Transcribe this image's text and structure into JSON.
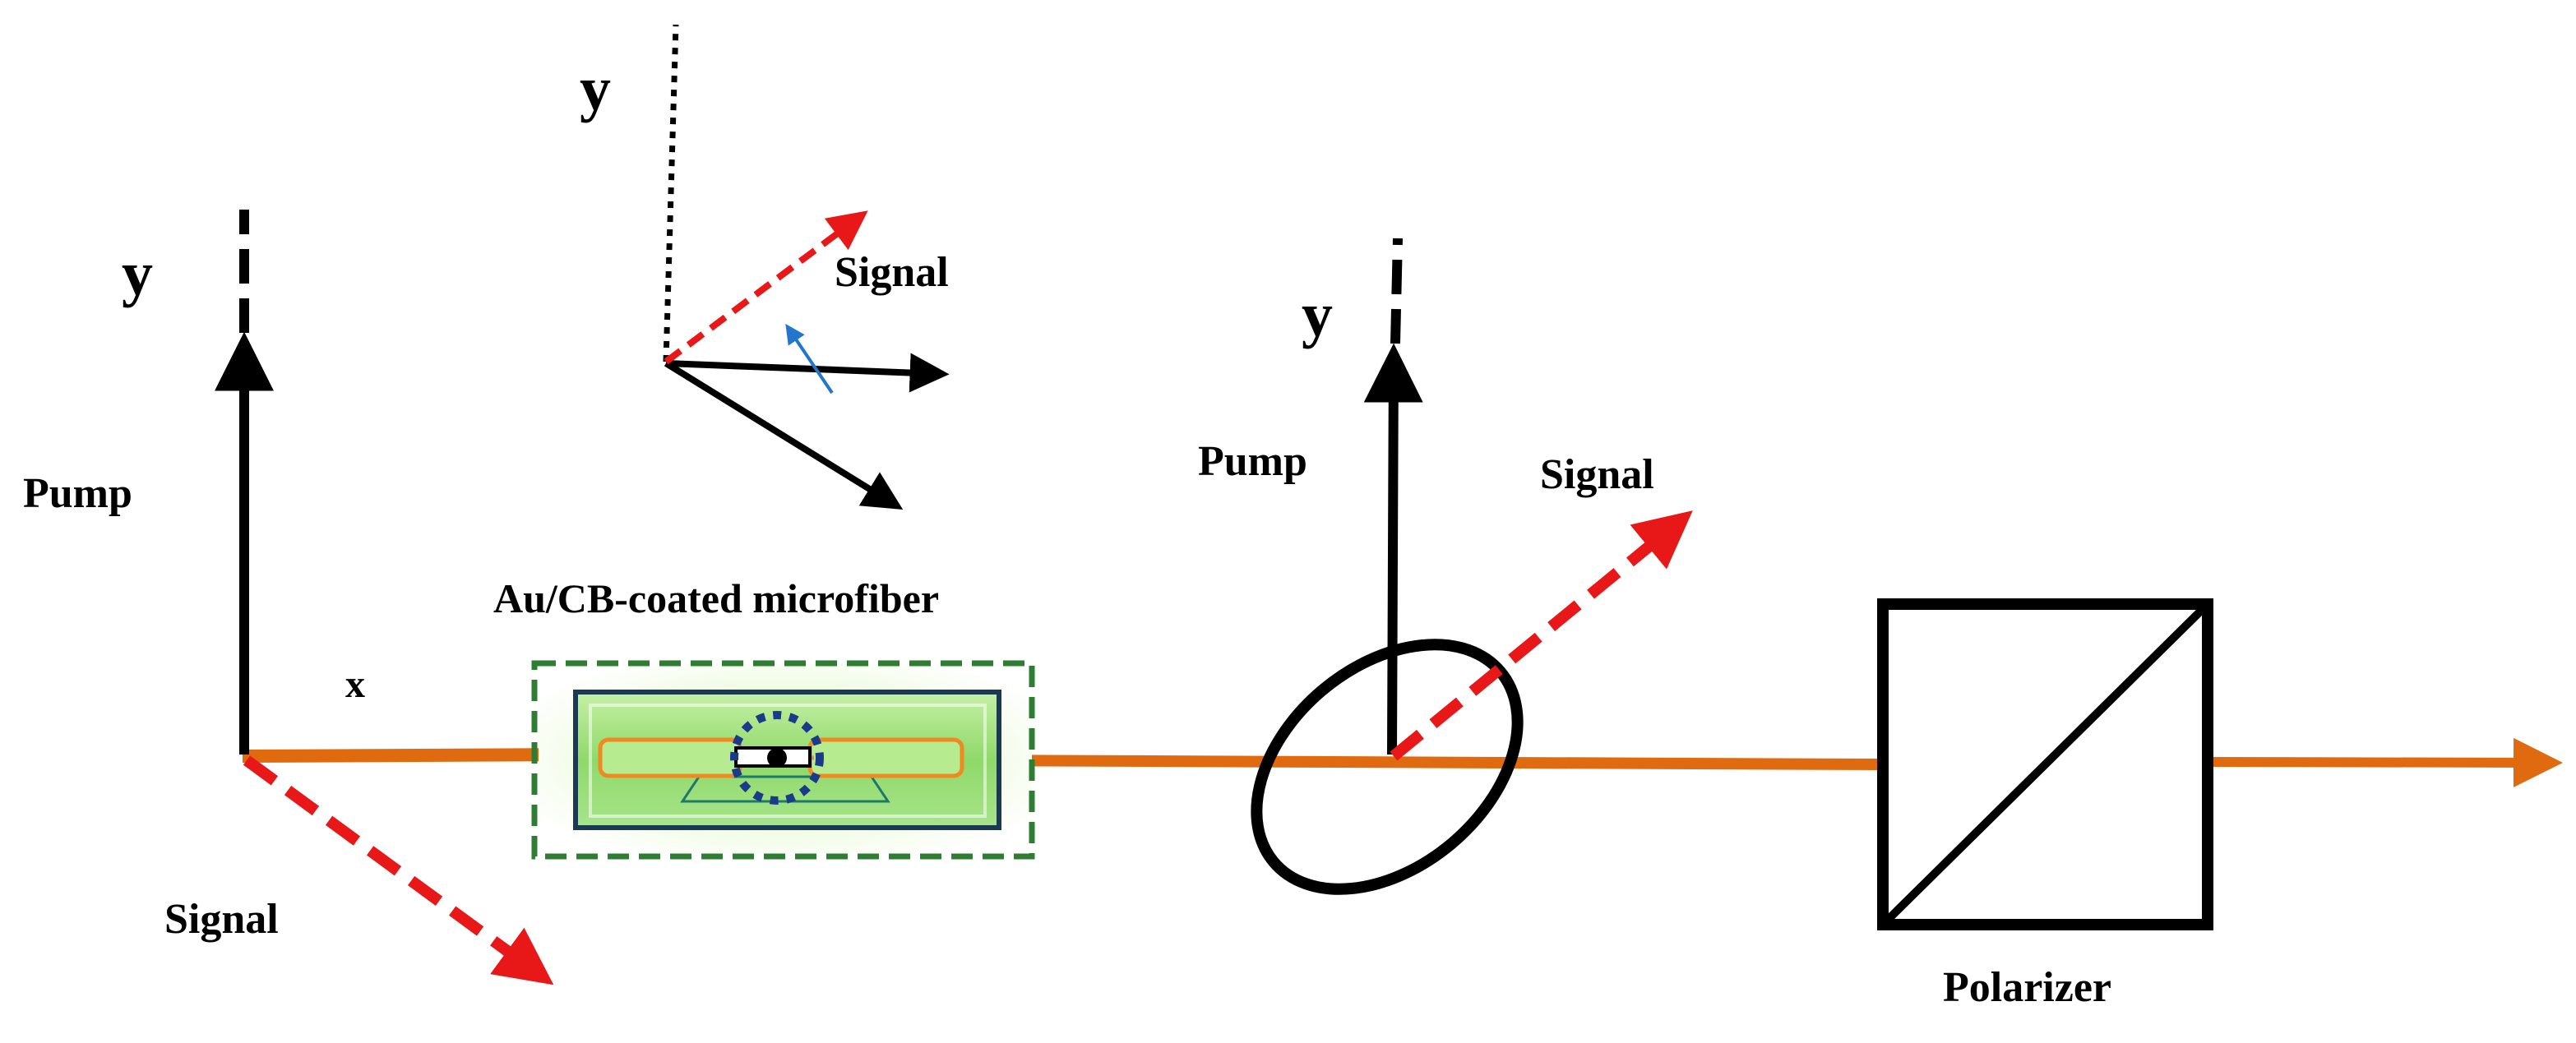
{
  "labels": {
    "y_left": "y",
    "pump_left": "Pump",
    "x_left": "x",
    "signal_left": "Signal",
    "y_inset": "y",
    "signal_inset": "Signal",
    "microfiber": "Au/CB-coated microfiber",
    "y_right": "y",
    "pump_right": "Pump",
    "signal_right": "Signal",
    "polarizer": "Polarizer"
  },
  "colors": {
    "beam": "#E06A10",
    "signal": "#E81818",
    "axis": "#000000",
    "rotation_arrow": "#2277CC",
    "box_border": "#2E7D32",
    "device_fill": "#8FD96A",
    "circle_border": "#1A3A8A",
    "fiber_edge": "#F08A20"
  },
  "icons": {
    "polarizer": "polarizer-cube-icon",
    "ellipse": "polarization-ellipse-icon",
    "device": "microfiber-device-icon"
  }
}
